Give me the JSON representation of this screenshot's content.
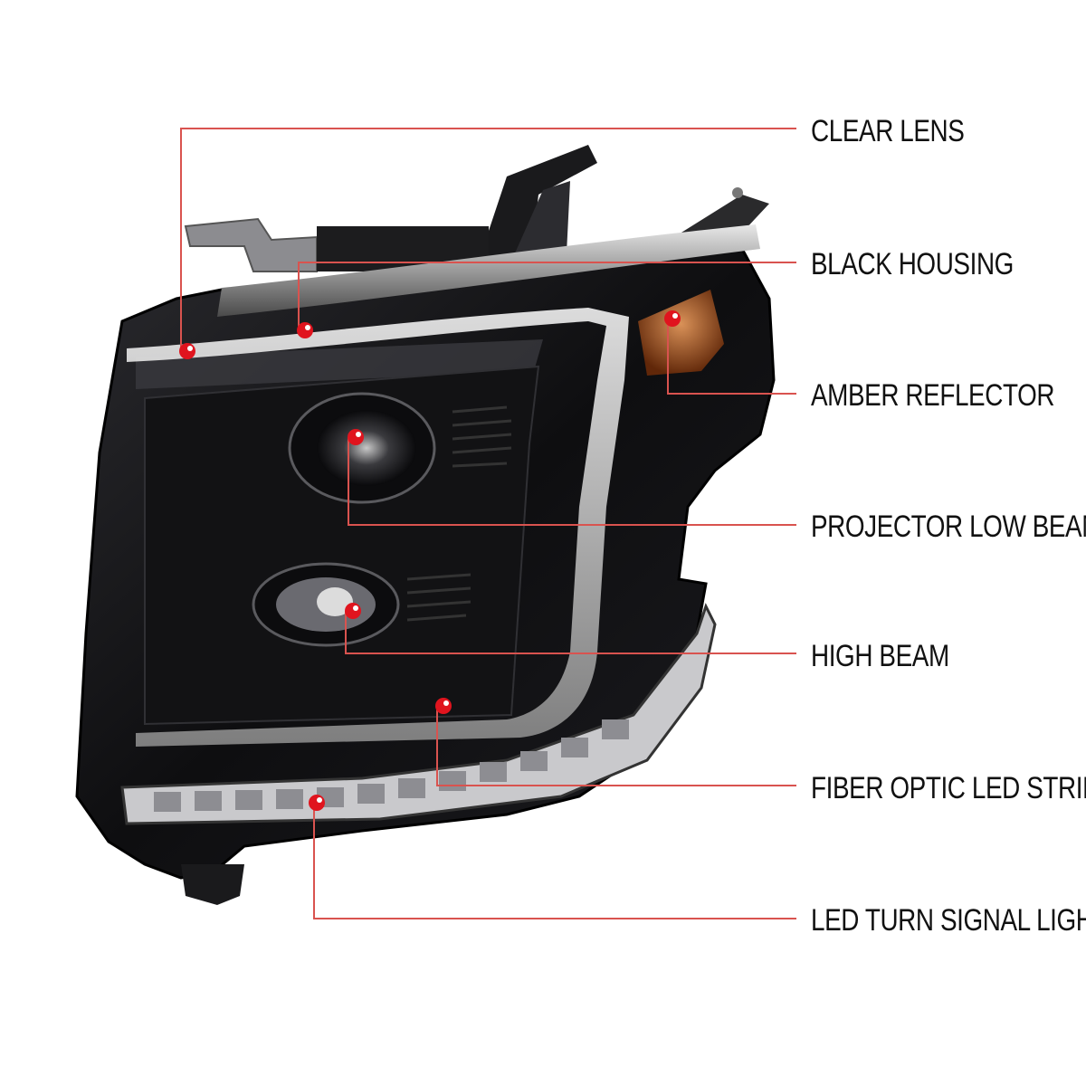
{
  "callouts": [
    {
      "id": "clear-lens",
      "label": "CLEAR LENS"
    },
    {
      "id": "black-housing",
      "label": "BLACK HOUSING"
    },
    {
      "id": "amber-reflector",
      "label": "AMBER REFLECTOR"
    },
    {
      "id": "projector-low-beam",
      "label": "PROJECTOR LOW BEAM"
    },
    {
      "id": "high-beam",
      "label": "HIGH BEAM"
    },
    {
      "id": "fiber-optic-led-strip",
      "label": "FIBER OPTIC LED STRIP"
    },
    {
      "id": "led-turn-signal-light",
      "label": "LED TURN SIGNAL LIGHT"
    }
  ],
  "colors": {
    "leader_line": "#d9534f",
    "marker_dot": "#e0141e",
    "housing": "#0b0b0d",
    "amber": "#b8561c"
  }
}
